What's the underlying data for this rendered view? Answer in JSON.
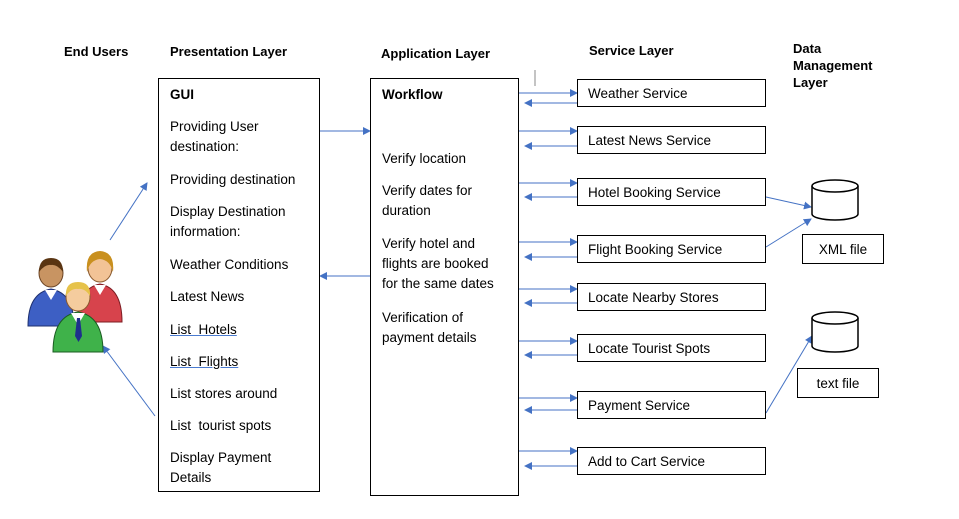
{
  "headers": {
    "end_users": "End Users",
    "presentation": "Presentation Layer",
    "application": "Application Layer",
    "service": "Service Layer",
    "data_mgmt": "Data\nManagement\nLayer"
  },
  "presentation": {
    "title": "GUI",
    "items": [
      "Providing User\ndestination:",
      "Providing destination",
      "Display Destination\ninformation:",
      "Weather Conditions",
      "Latest News",
      "List  Hotels",
      "List  Flights",
      "List stores around",
      "List  tourist spots",
      "Display Payment\nDetails"
    ]
  },
  "application": {
    "title": "Workflow",
    "items": [
      "Verify location",
      "Verify dates for\nduration",
      "Verify hotel and\nflights are booked\nfor the same dates",
      "Verification of\npayment details"
    ]
  },
  "services": [
    "Weather Service",
    "Latest News Service",
    "Hotel Booking Service",
    "Flight Booking Service",
    "Locate Nearby Stores",
    "Locate Tourist Spots",
    "Payment Service",
    "Add to Cart Service"
  ],
  "data_stores": {
    "xml": "XML file",
    "text": "text file"
  },
  "colors": {
    "arrow": "#4472c4",
    "border": "#000000"
  }
}
